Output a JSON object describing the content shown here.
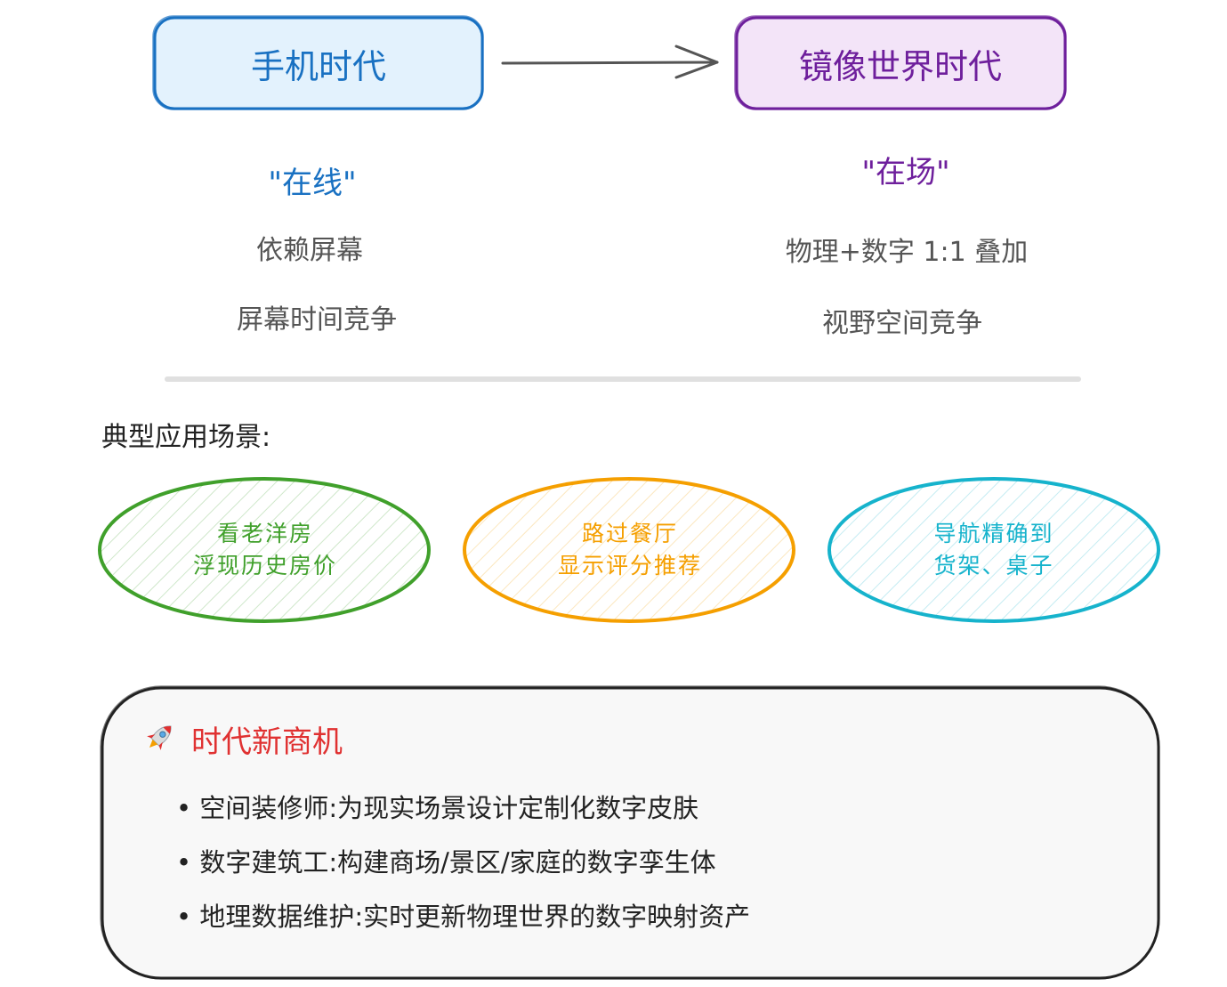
{
  "colors": {
    "blue": "#1971c2",
    "blue_fill": "#e3f2fd",
    "purple": "#6e1f9c",
    "purple_fill": "#f3e4f8",
    "green": "#40a02b",
    "orange": "#f59f00",
    "cyan": "#16b3cc",
    "red": "#e03131",
    "gray_text": "#555555",
    "panel_fill": "#f8f8f8"
  },
  "left_era": {
    "label": "手机时代",
    "keyword": "\"在线\"",
    "line1": "依赖屏幕",
    "line2": "屏幕时间竞争"
  },
  "right_era": {
    "label": "镜像世界时代",
    "keyword": "\"在场\"",
    "line1": "物理+数字 1:1 叠加",
    "line2": "视野空间竞争"
  },
  "scenes": {
    "title": "典型应用场景:",
    "items": [
      {
        "line1": "看老洋房",
        "line2": "浮现历史房价"
      },
      {
        "line1": "路过餐厅",
        "line2": "显示评分推荐"
      },
      {
        "line1": "导航精确到",
        "line2": "货架、桌子"
      }
    ]
  },
  "opportunities": {
    "icon": "rocket-icon",
    "title": "时代新商机",
    "bullets": [
      "• 空间装修师:为现实场景设计定制化数字皮肤",
      "• 数字建筑工:构建商场/景区/家庭的数字孪生体",
      "• 地理数据维护:实时更新物理世界的数字映射资产"
    ]
  }
}
